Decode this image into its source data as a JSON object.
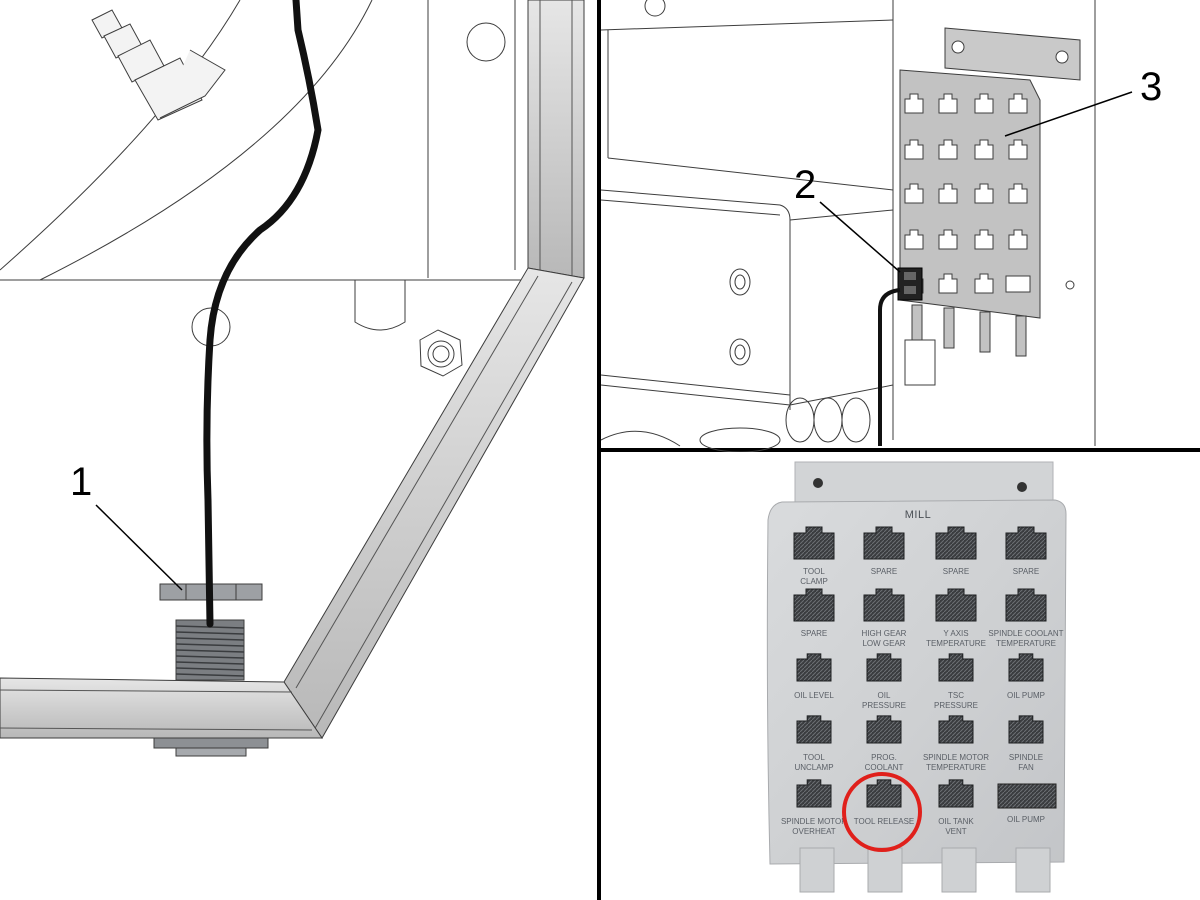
{
  "callouts": {
    "one": "1",
    "two": "2",
    "three": "3"
  },
  "plate": {
    "title": "MILL",
    "highlight_color": "#e0201b",
    "labels": [
      [
        "TOOL",
        "CLAMP"
      ],
      [
        "SPARE"
      ],
      [
        "SPARE"
      ],
      [
        "SPARE"
      ],
      [
        "SPARE"
      ],
      [
        "HIGH GEAR",
        "LOW GEAR"
      ],
      [
        "Y AXIS",
        "TEMPERATURE"
      ],
      [
        "SPINDLE COOLANT",
        "TEMPERATURE"
      ],
      [
        "OIL LEVEL"
      ],
      [
        "OIL",
        "PRESSURE"
      ],
      [
        "TSC",
        "PRESSURE"
      ],
      [
        "OIL PUMP"
      ],
      [
        "TOOL",
        "UNCLAMP"
      ],
      [
        "PROG.",
        "COOLANT"
      ],
      [
        "SPINDLE MOTOR",
        "TEMPERATURE"
      ],
      [
        "SPINDLE",
        "FAN"
      ],
      [
        "SPINDLE MOTOR",
        "OVERHEAT"
      ],
      [
        "TOOL RELEASE"
      ],
      [
        "OIL TANK",
        "VENT"
      ],
      [
        "OIL PUMP"
      ]
    ]
  }
}
